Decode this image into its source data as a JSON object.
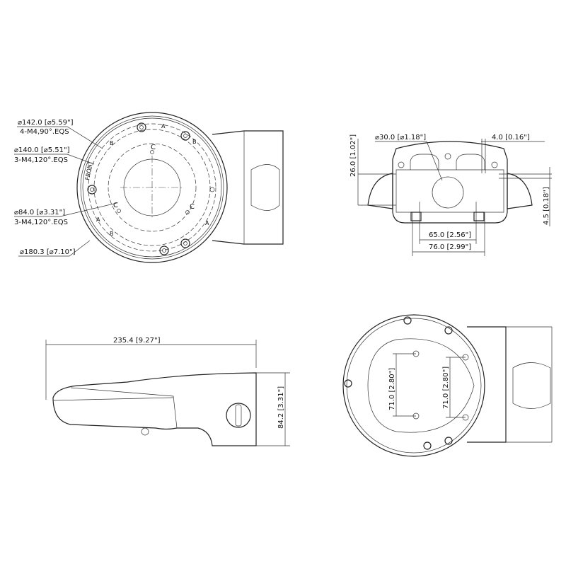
{
  "top_view": {
    "dim_142": "⌀142.0 [⌀5.59\"]",
    "holes_142": "4-M4,90°.EQS",
    "dim_140": "⌀140.0 [⌀5.51\"]",
    "holes_140": "3-M4,120°.EQS",
    "dim_84": "⌀84.0 [⌀3.31\"]",
    "holes_84": "3-M4,120°.EQS",
    "dim_180": "⌀180.3 [⌀7.10\"]",
    "marks": {
      "front": "FRONT",
      "a": "A",
      "b": "B",
      "c": "C"
    }
  },
  "front_view": {
    "dim_30": "⌀30.0 [⌀1.18\"]",
    "dim_4": "4.0 [0.16\"]",
    "dim_26": "26.0 [1.02\"]",
    "dim_4_5": "4.5 [0.18\"]",
    "dim_65": "65.0 [2.56\"]",
    "dim_76": "76.0 [2.99\"]"
  },
  "side_view": {
    "dim_235": "235.4 [9.27\"]",
    "dim_84_2": "84.2 [3.31\"]"
  },
  "bottom_view": {
    "dim_71_left": "71.0 [2.80\"]",
    "dim_71_right": "71.0 [2.80\"]"
  }
}
